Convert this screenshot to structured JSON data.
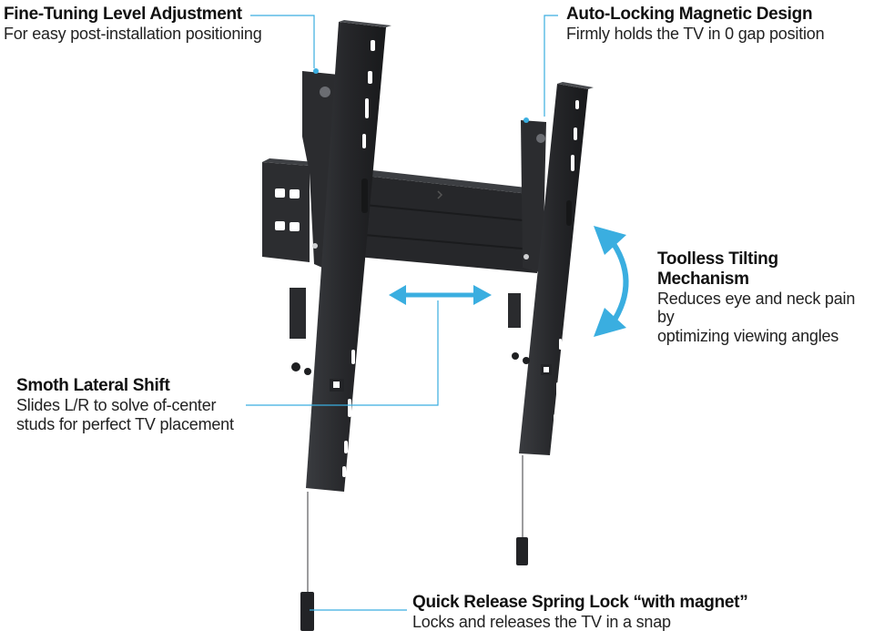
{
  "features": {
    "fine_tuning": {
      "title": "Fine-Tuning Level Adjustment",
      "desc": [
        "For easy post-installation positioning"
      ]
    },
    "auto_locking": {
      "title": "Auto-Locking Magnetic Design",
      "desc": [
        "Firmly holds the TV in 0 gap position"
      ]
    },
    "toolless_tilt": {
      "title": "Toolless Tilting Mechanism",
      "desc": [
        "Reduces eye and neck pain by",
        "optimizing viewing angles"
      ]
    },
    "lateral_shift": {
      "title": "Smoth Lateral Shift",
      "desc": [
        "Slides L/R to solve of-center",
        "studs for perfect TV placement"
      ]
    },
    "quick_release": {
      "title": "Quick Release Spring Lock “with magnet”",
      "desc": [
        "Locks and releases the TV in a snap"
      ]
    }
  },
  "colors": {
    "accent": "#3aaee0",
    "metal_dark": "#1e1f21",
    "metal_mid": "#2c2d30",
    "metal_light": "#45474b"
  }
}
